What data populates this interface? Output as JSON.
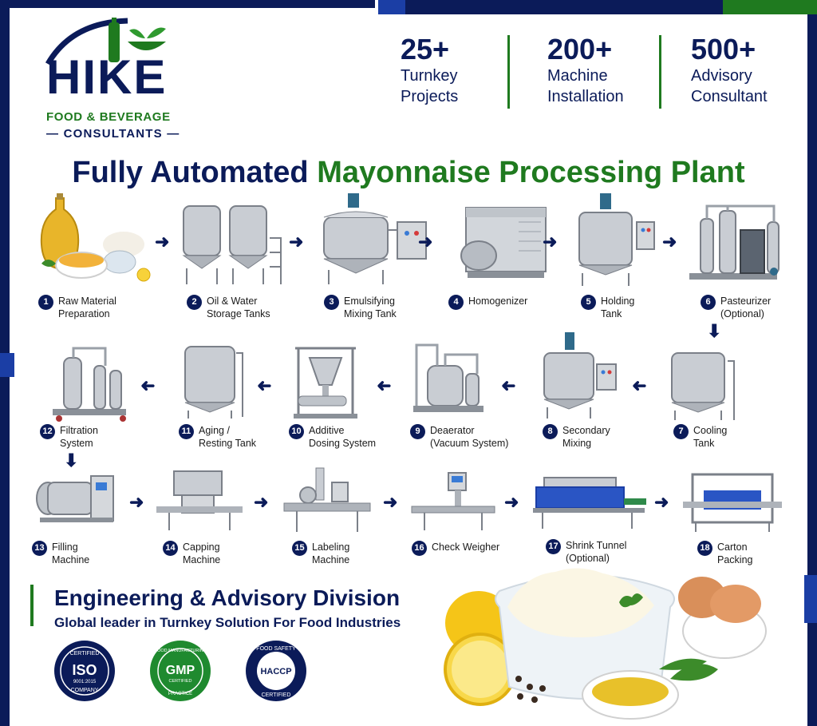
{
  "logo": {
    "wordmark": "HIKE",
    "line1": "FOOD & BEVERAGE",
    "line2": "— CONSULTANTS —"
  },
  "stats": [
    {
      "number": "25+",
      "line1": "Turnkey",
      "line2": "Projects"
    },
    {
      "number": "200+",
      "line1": "Machine",
      "line2": "Installation"
    },
    {
      "number": "500+",
      "line1": "Advisory",
      "line2": "Consultant"
    }
  ],
  "title": {
    "part1": "Fully Automated ",
    "part2": "Mayonnaise Processing Plant"
  },
  "steps": [
    {
      "num": "1",
      "line1": "Raw Material",
      "line2": "Preparation"
    },
    {
      "num": "2",
      "line1": "Oil & Water",
      "line2": "Storage Tanks"
    },
    {
      "num": "3",
      "line1": "Emulsifying",
      "line2": "Mixing Tank"
    },
    {
      "num": "4",
      "line1": "Homogenizer",
      "line2": ""
    },
    {
      "num": "5",
      "line1": "Holding",
      "line2": "Tank"
    },
    {
      "num": "6",
      "line1": "Pasteurizer",
      "line2": "(Optional)"
    },
    {
      "num": "7",
      "line1": "Cooling",
      "line2": "Tank"
    },
    {
      "num": "8",
      "line1": "Secondary",
      "line2": "Mixing"
    },
    {
      "num": "9",
      "line1": "Deaerator",
      "line2": "(Vacuum System)"
    },
    {
      "num": "10",
      "line1": "Additive",
      "line2": "Dosing System"
    },
    {
      "num": "11",
      "line1": "Aging /",
      "line2": "Resting Tank"
    },
    {
      "num": "12",
      "line1": "Filtration",
      "line2": "System"
    },
    {
      "num": "13",
      "line1": "Filling",
      "line2": "Machine"
    },
    {
      "num": "14",
      "line1": "Capping",
      "line2": "Machine"
    },
    {
      "num": "15",
      "line1": "Labeling",
      "line2": "Machine"
    },
    {
      "num": "16",
      "line1": "Check Weigher",
      "line2": ""
    },
    {
      "num": "17",
      "line1": "Shrink Tunnel",
      "line2": "(Optional)"
    },
    {
      "num": "18",
      "line1": "Carton",
      "line2": "Packing"
    }
  ],
  "division": {
    "title": "Engineering & Advisory Division",
    "subtitle": "Global leader in Turnkey Solution For Food Industries"
  },
  "badges": {
    "iso": {
      "top": "CERTIFIED",
      "main": "ISO",
      "code": "9001:2015",
      "bottom": "COMPANY"
    },
    "gmp": {
      "main": "GMP",
      "ring": "GOOD MANUFACTURING",
      "sub": "CERTIFIED",
      "bottom": "PRACTICE"
    },
    "haccp": {
      "ring": "FOOD SAFETY",
      "main": "HACCP",
      "bottom": "CERTIFIED"
    }
  },
  "colors": {
    "navy": "#0b1b59",
    "green": "#1f7a1f",
    "blue": "#1b3ea5",
    "steel": "#c9cdd3"
  },
  "icons": {
    "step1": "raw-ingredients-icon",
    "step2": "twin-storage-tanks-icon",
    "step3": "emulsifying-tank-icon",
    "step4": "homogenizer-machine-icon",
    "step5": "holding-tank-icon",
    "step6": "pasteurizer-unit-icon",
    "step7": "cooling-tank-icon",
    "step8": "mixing-tank-icon",
    "step9": "deaerator-icon",
    "step10": "dosing-hopper-icon",
    "step11": "aging-tank-icon",
    "step12": "filtration-skid-icon",
    "step13": "filling-machine-icon",
    "step14": "capping-machine-icon",
    "step15": "labeling-machine-icon",
    "step16": "check-weigher-icon",
    "step17": "shrink-tunnel-icon",
    "step18": "carton-packer-icon"
  }
}
